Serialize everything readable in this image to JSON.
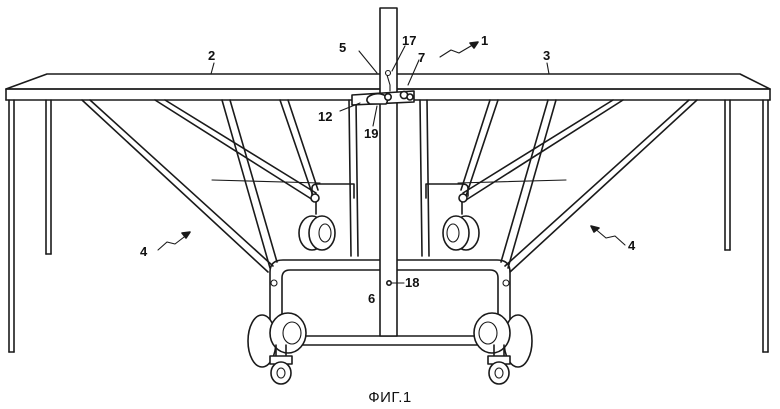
{
  "labels": {
    "l1": "1",
    "l2": "2",
    "l3": "3",
    "l4a": "4",
    "l4b": "4",
    "l5": "5",
    "l6": "6",
    "l7": "7",
    "l12": "12",
    "l17": "17",
    "l18": "18",
    "l19": "19"
  },
  "caption": "ФИГ.1"
}
